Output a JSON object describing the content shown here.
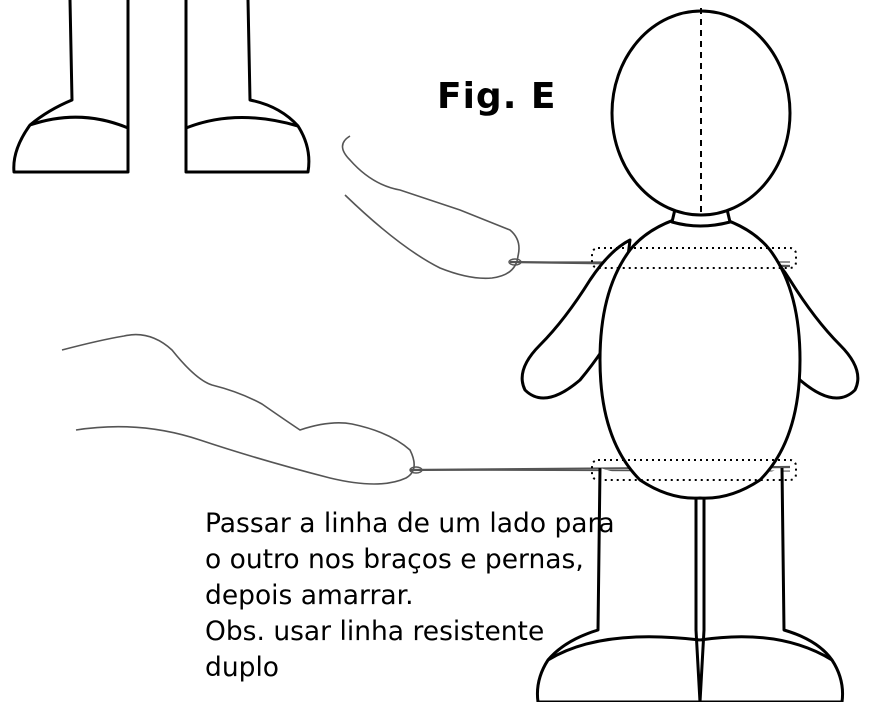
{
  "figure": {
    "label": "Fig. E"
  },
  "instructions": {
    "lines": [
      "Passar a linha de um lado para",
      "o outro nos braços e pernas,",
      "depois amarrar.",
      "Obs. usar linha resistente",
      "duplo"
    ]
  },
  "colors": {
    "ink": "#000000",
    "thread": "#555555"
  }
}
